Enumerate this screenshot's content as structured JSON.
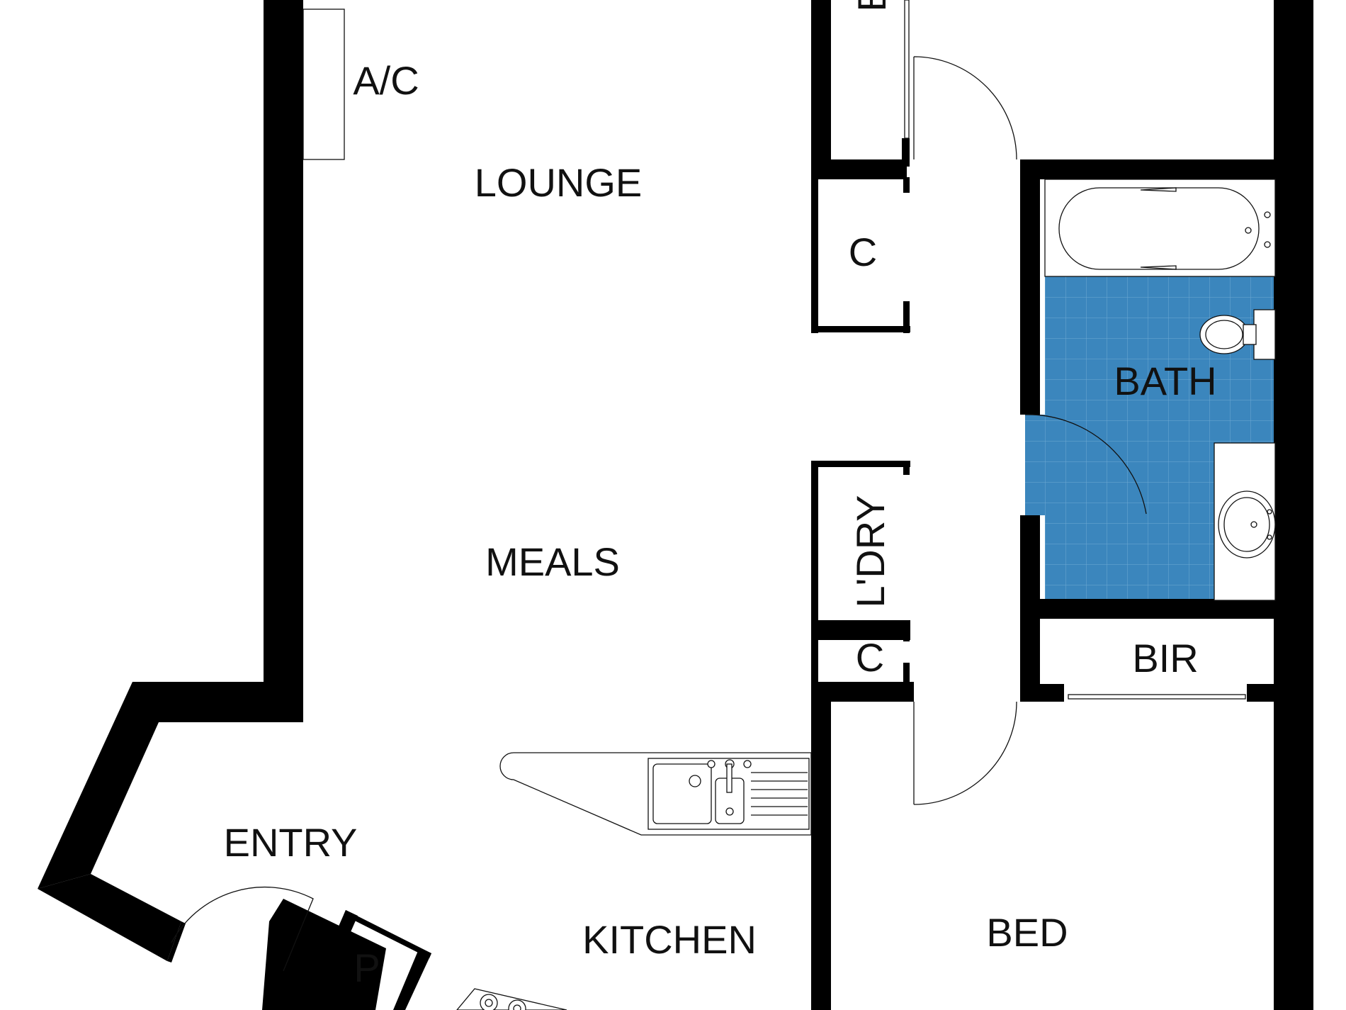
{
  "rooms": {
    "lounge": "LOUNGE",
    "meals": "MEALS",
    "entry": "ENTRY",
    "kitchen": "KITCHEN",
    "bed": "BED",
    "bath": "BATH",
    "bir_top": "BIR",
    "bir_mid": "BIR",
    "cupboard_top": "C",
    "cupboard_low": "C",
    "laundry": "L'DRY",
    "pantry": "P",
    "ac": "A/C"
  },
  "colors": {
    "wall": "#000000",
    "tile": "#3b86bd",
    "tile_grid": "#6fa9d3"
  }
}
